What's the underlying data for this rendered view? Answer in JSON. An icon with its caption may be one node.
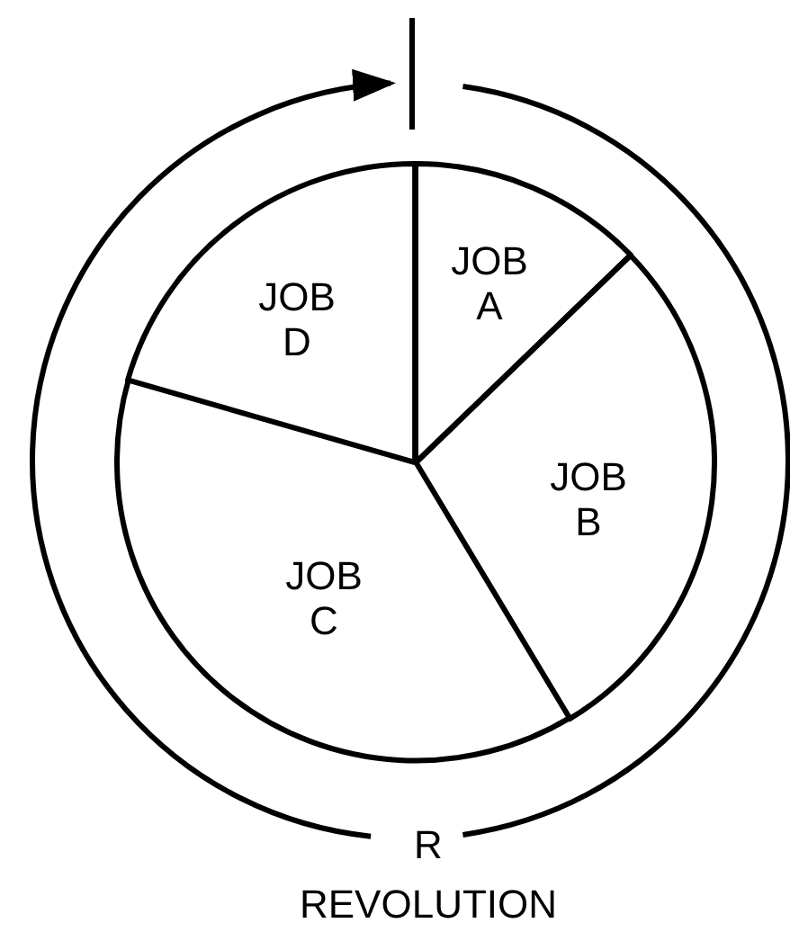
{
  "diagram": {
    "nodes": [
      {
        "text": [
          "JOB A"
        ]
      },
      {
        "text": [
          "JOB B"
        ]
      },
      {
        "text": [
          "JOB C"
        ]
      },
      {
        "text": [
          "JOB D"
        ]
      }
    ],
    "labels": [
      "R",
      "REVOLUTION"
    ]
  }
}
